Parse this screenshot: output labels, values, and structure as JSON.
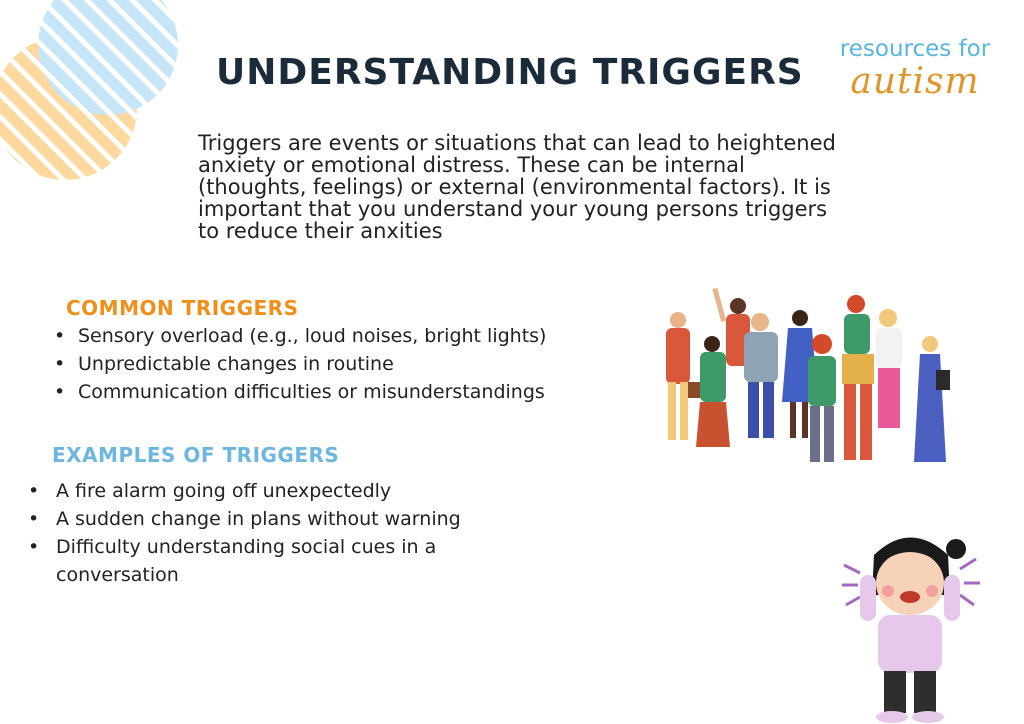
{
  "title": "UNDERSTANDING TRIGGERS",
  "logo": {
    "top": "resources for",
    "bottom": "autism"
  },
  "intro": "Triggers are events or situations that can lead to heightened anxiety or emotional distress. These can be internal (thoughts, feelings) or external (environmental factors). It is important that you understand your young persons triggers to reduce their anxities",
  "common_triggers": {
    "heading": "COMMON TRIGGERS",
    "items": [
      "Sensory overload (e.g., loud noises, bright lights)",
      "Unpredictable changes in routine",
      "Communication difficulties or misunderstandings"
    ]
  },
  "examples": {
    "heading": "EXAMPLES OF TRIGGERS",
    "items": [
      "A fire alarm going off unexpectedly",
      "A sudden change in plans without warning",
      "Difficulty understanding social cues in a conversation"
    ]
  },
  "colors": {
    "orange": "#f0901a",
    "blue": "#6cb6e0",
    "dark": "#1c2b3a",
    "peach": "#fdd9a0",
    "light_blue": "#c6e6f8"
  }
}
